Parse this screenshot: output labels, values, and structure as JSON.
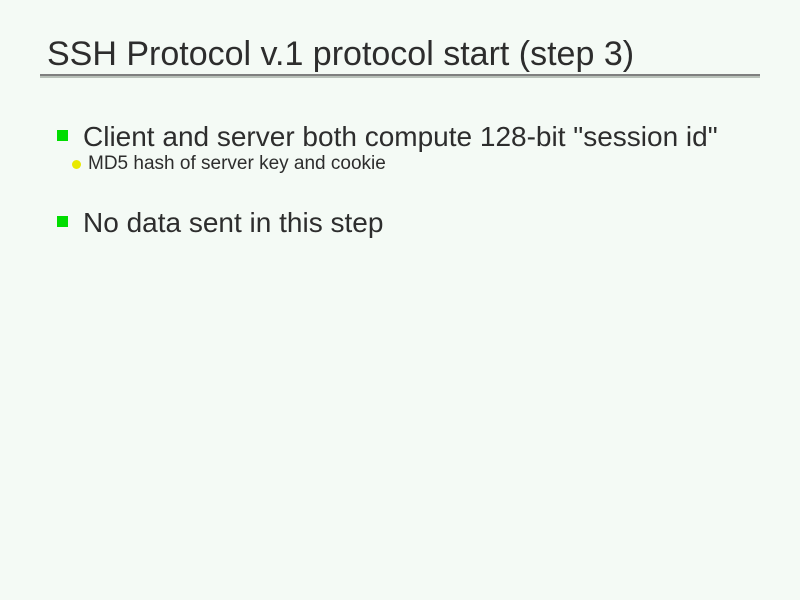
{
  "slide": {
    "title": "SSH Protocol v.1 protocol start (step 3)",
    "bullets": [
      {
        "text": "Client and server both compute 128-bit \"session id\"",
        "sub": [
          "MD5 hash of server key and cookie"
        ]
      },
      {
        "text": "No data sent in this step",
        "sub": []
      }
    ],
    "colors": {
      "background": "#f4faf5",
      "text": "#2d2d2d",
      "bullet_level1": "#00dd00",
      "bullet_level2": "#e9e900",
      "rule_top": "#7f7f7f",
      "rule_bottom": "#b9c1b9"
    }
  }
}
